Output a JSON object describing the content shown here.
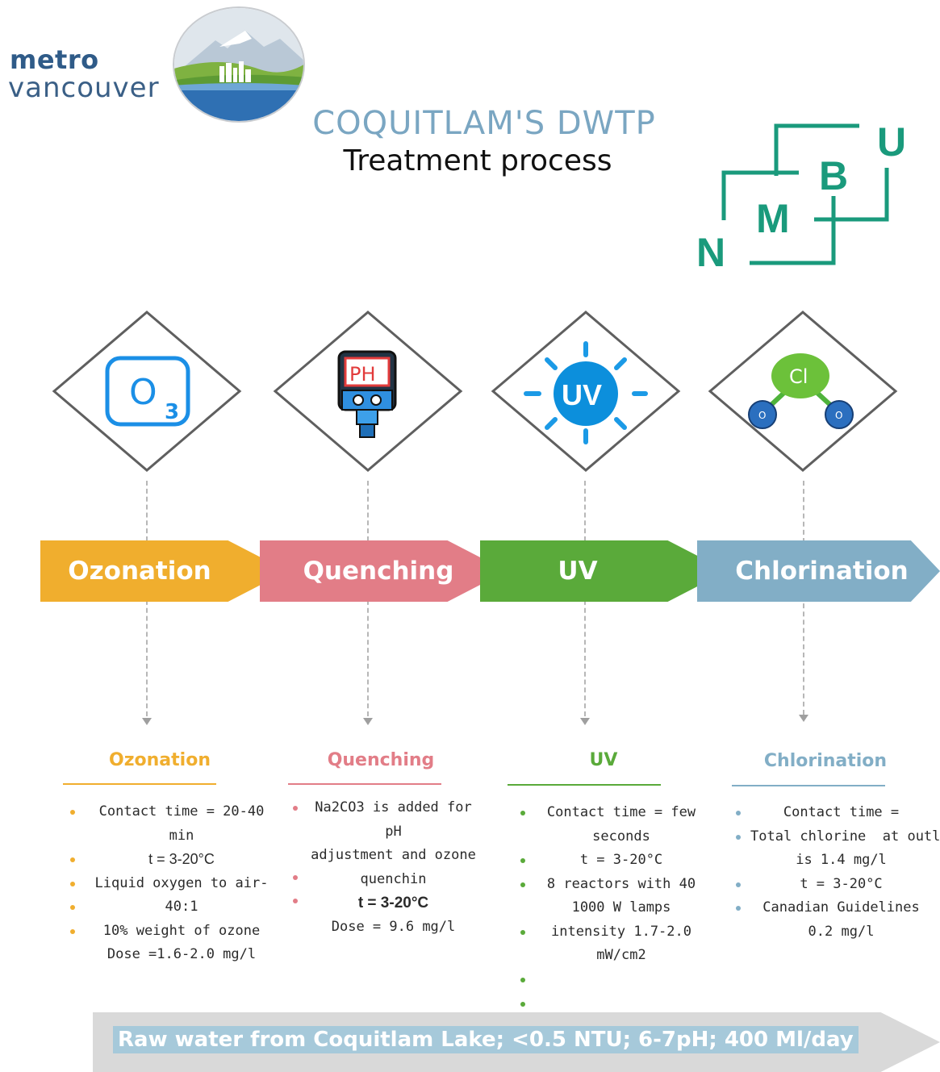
{
  "header": {
    "logo_line1": "metro",
    "logo_line2": "vancouver",
    "title": "COQUITLAM'S DWTP",
    "subtitle": "Treatment process",
    "nmbu_letters": [
      "N",
      "M",
      "B",
      "U"
    ]
  },
  "icons": {
    "ozone": "O",
    "ozone_sub": "3",
    "ph": "PH",
    "uv": "UV",
    "cl": "Cl",
    "o_left": "O",
    "o_right": "O"
  },
  "stages": [
    {
      "label": "Ozonation",
      "color": "#f0ae2e"
    },
    {
      "label": "Quenching",
      "color": "#e27d87"
    },
    {
      "label": "UV",
      "color": "#5aaa3a"
    },
    {
      "label": "Chlorination",
      "color": "#82aec6"
    }
  ],
  "sections": {
    "ozonation": {
      "title": "Ozonation",
      "lines": [
        "Contact time = 20-40",
        "min",
        "t = 3-20°C",
        "Liquid oxygen to air-40:1",
        "10% weight of ozone",
        "Dose =1.6-2.0 mg/l"
      ]
    },
    "quenching": {
      "title": "Quenching",
      "lines": [
        "Na2CO3 is added for pH",
        "adjustment and ozone",
        "quenchin",
        "t = 3-20°C",
        "Dose = 9.6 mg/l"
      ]
    },
    "uv": {
      "title": "UV",
      "lines": [
        "Contact time = few",
        "seconds",
        "t = 3-20°C",
        "8 reactors with 40",
        "1000 W lamps",
        "intensity 1.7-2.0",
        "mW/cm2"
      ]
    },
    "chlorination": {
      "title": "Chlorination",
      "lines": [
        "Contact time =",
        "Total chlorine  at outlet",
        "is 1.4 mg/l",
        "t = 3-20°C",
        "Canadian Guidelines",
        "0.2 mg/l"
      ]
    }
  },
  "footer": {
    "text": "Raw water from Coquitlam Lake; <0.5 NTU; 6-7pH; 400 Ml/day"
  }
}
